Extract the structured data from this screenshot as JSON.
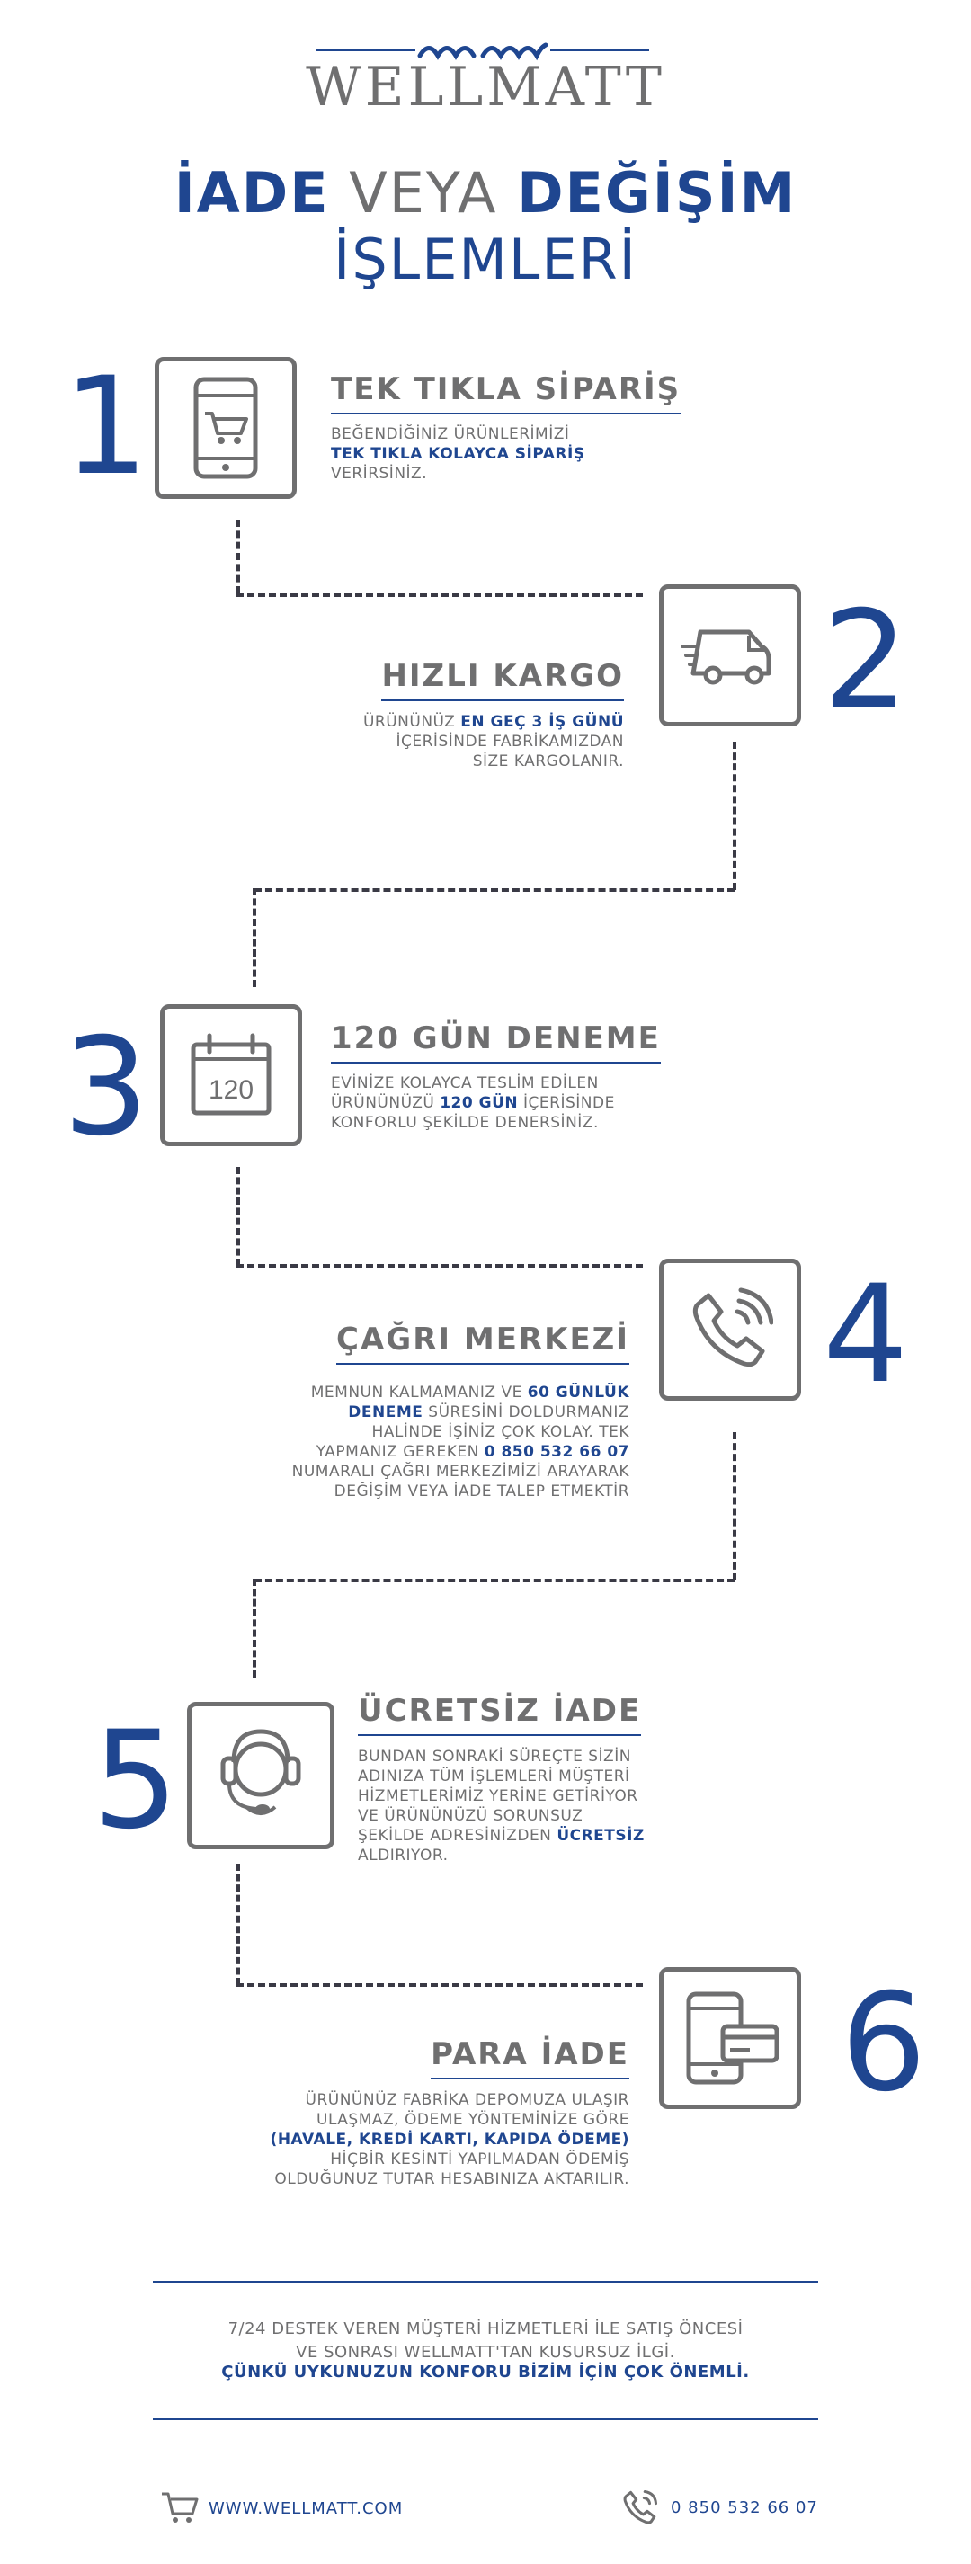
{
  "brand": {
    "name": "WELLMATT",
    "name_part1": "WELL",
    "name_part2": "MATT",
    "mark": "ɯɯ"
  },
  "title": {
    "w1": "İADE",
    "w2": "VEYA",
    "w3": "DEĞİŞİM",
    "line2": "İŞLEMLERİ"
  },
  "steps": [
    {
      "num": "1",
      "icon": "phone-cart-icon",
      "title": "TEK TIKLA SİPARİŞ",
      "d1": "BEĞENDİĞİNİZ ÜRÜNLERİMİZİ",
      "d2b": "TEK TIKLA KOLAYCA SİPARİŞ",
      "d3": "VERİRSİNİZ."
    },
    {
      "num": "2",
      "icon": "truck-icon",
      "title": "HIZLI KARGO",
      "d1a": "ÜRÜNÜNÜZ ",
      "d1b": "EN GEÇ 3 İŞ GÜNÜ",
      "d2": "İÇERİSİNDE FABRİKAMIZDAN",
      "d3": "SİZE KARGOLANIR."
    },
    {
      "num": "3",
      "icon": "calendar-icon",
      "icon_text": "120",
      "title": "120 GÜN DENEME",
      "d1": "EVİNİZE KOLAYCA TESLİM EDİLEN",
      "d2a": "ÜRÜNÜNÜZÜ ",
      "d2b": "120 GÜN",
      "d2c": " İÇERİSİNDE",
      "d3": "KONFORLU ŞEKİLDE DENERSİNİZ."
    },
    {
      "num": "4",
      "icon": "phone-call-icon",
      "title": "ÇAĞRI MERKEZİ",
      "d1a": "MEMNUN KALMAMANIZ VE ",
      "d1b": "60 GÜNLÜK",
      "d2b": "DENEME",
      "d2c": " SÜRESİNİ DOLDURMANIZ",
      "d3": "HALİNDE İŞİNİZ ÇOK KOLAY. TEK",
      "d4a": "YAPMANIZ GEREKEN ",
      "d4b": "0 850 532 66 07",
      "d5": "NUMARALI ÇAĞRI MERKEZİMİZİ ARAYARAK",
      "d6": "DEĞİŞİM VEYA İADE TALEP ETMEKTİR"
    },
    {
      "num": "5",
      "icon": "headset-icon",
      "title": "ÜCRETSİZ İADE",
      "d1": "BUNDAN SONRAKİ SÜREÇTE SİZİN",
      "d2": "ADINIZA TÜM İŞLEMLERİ MÜŞTERİ",
      "d3": "HİZMETLERİMİZ YERİNE GETİRİYOR",
      "d4": "VE ÜRÜNÜNÜZÜ SORUNSUZ",
      "d5a": "ŞEKİLDE ADRESİNİZDEN ",
      "d5b": "ÜCRETSİZ",
      "d6": "ALDIRIYOR."
    },
    {
      "num": "6",
      "icon": "phone-card-icon",
      "title": "PARA İADE",
      "d1": "ÜRÜNÜNÜZ FABRİKA DEPOMUZA ULAŞIR",
      "d2": "ULAŞMAZ, ÖDEME YÖNTEMİNİZE GÖRE",
      "d3b": "(HAVALE, KREDİ KARTI, KAPIDA ÖDEME)",
      "d4": "HİÇBİR KESİNTİ YAPILMADAN ÖDEMİŞ",
      "d5": "OLDUĞUNUZ TUTAR HESABINIZA AKTARILIR."
    }
  ],
  "footer": {
    "line1": "7/24 DESTEK VEREN MÜŞTERİ HİZMETLERİ İLE SATIŞ ÖNCESİ",
    "line2": "VE SONRASI WELLMATT'TAN KUSURSUZ İLGİ.",
    "line3": "ÇÜNKÜ UYKUNUZUN KONFORU BİZİM İÇİN ÇOK ÖNEMLİ.",
    "website": "WWW.WELLMATT.COM",
    "phone": "0 850 532 66 07"
  }
}
